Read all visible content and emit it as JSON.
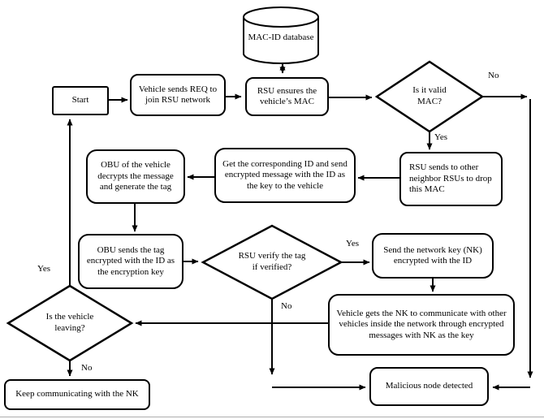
{
  "diagram": {
    "type": "flowchart",
    "colors": {
      "stroke": "#000000",
      "background": "#ffffff",
      "baseline": "#adadad"
    },
    "nodes": {
      "database": {
        "label": "MAC-ID database",
        "shape": "cylinder"
      },
      "start": {
        "label": "Start",
        "shape": "rect"
      },
      "send_req": {
        "label": "Vehicle sends REQ to join RSU network",
        "shape": "rounded"
      },
      "ensure_mac": {
        "label": "RSU ensures the vehicle’s MAC",
        "shape": "rounded"
      },
      "valid_mac": {
        "label": "Is it valid MAC?",
        "shape": "diamond"
      },
      "drop_mac": {
        "label": "RSU sends to other neighbor RSUs to drop this MAC",
        "shape": "rounded"
      },
      "get_id": {
        "label": "Get the corresponding ID and send encrypted message with the ID as the key to the vehicle",
        "shape": "rounded"
      },
      "obu_decrypt": {
        "label": "OBU of the vehicle decrypts the message and generate the tag",
        "shape": "rounded"
      },
      "obu_send_tag": {
        "label": "OBU sends the tag encrypted with the ID as the encryption key",
        "shape": "rounded"
      },
      "verify_tag": {
        "label": "RSU verify the tag if verified?",
        "shape": "diamond"
      },
      "send_nk": {
        "label": "Send the network key (NK) encrypted with the ID",
        "shape": "rounded"
      },
      "get_nk": {
        "label": "Vehicle gets the NK to communicate with other vehicles inside the network through encrypted messages with NK as the key",
        "shape": "rounded"
      },
      "leaving": {
        "label": "Is the vehicle leaving?",
        "shape": "diamond"
      },
      "keep_comm": {
        "label": "Keep communicating with the NK",
        "shape": "rounded"
      },
      "malicious": {
        "label": "Malicious node detected",
        "shape": "rounded"
      }
    },
    "edge_labels": {
      "valid_no": "No",
      "valid_yes": "Yes",
      "verify_yes": "Yes",
      "verify_no": "No",
      "leaving_yes": "Yes",
      "leaving_no": "No"
    }
  }
}
